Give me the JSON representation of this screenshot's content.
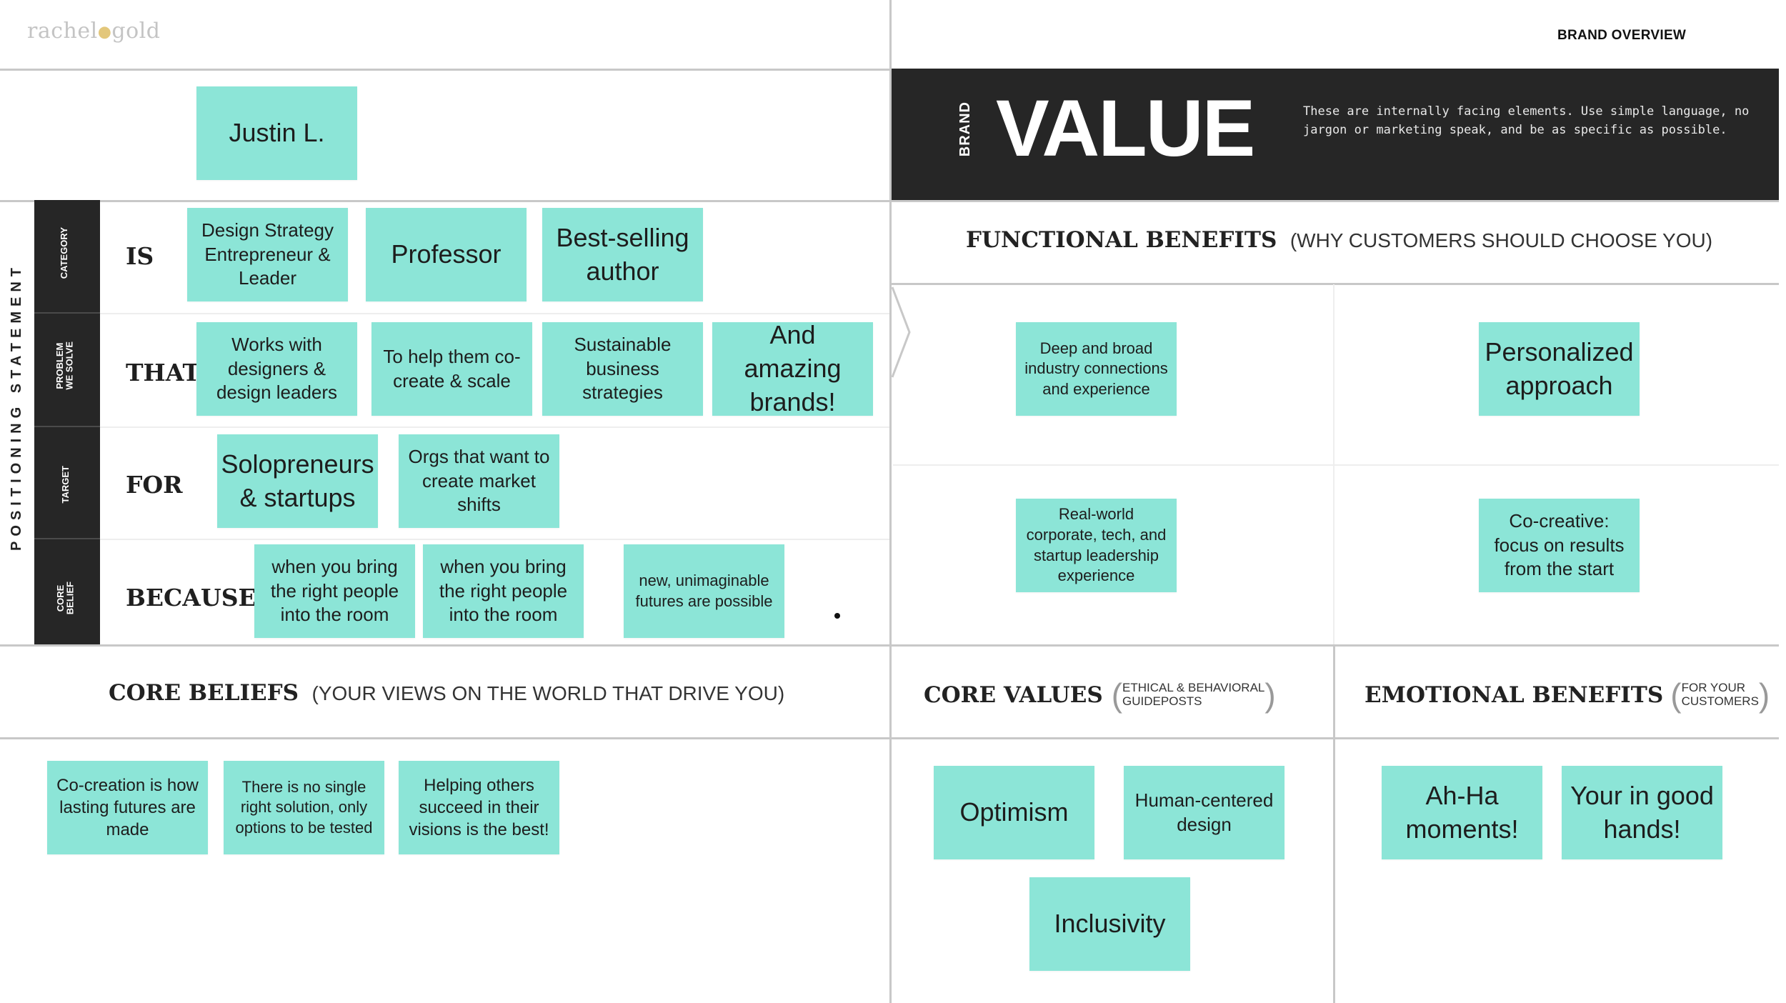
{
  "header": {
    "logo_left": "rachel",
    "logo_right": "gold",
    "overview_label": "BRAND OVERVIEW"
  },
  "name_sticky": "Justin L.",
  "positioning": {
    "side_label": "POSITIONING STATEMENT",
    "rows": [
      {
        "tab": "CATEGORY",
        "label": "IS",
        "stickies": [
          "Design Strategy Entrepreneur & Leader",
          "Professor",
          "Best-selling author"
        ]
      },
      {
        "tab": "PROBLEM\nWE SOLVE",
        "label": "THAT",
        "stickies": [
          "Works with designers & design leaders",
          "To help them co-create & scale",
          "Sustainable business strategies",
          "And amazing brands!"
        ]
      },
      {
        "tab": "TARGET",
        "label": "FOR",
        "stickies": [
          "Solopreneurs & startups",
          "Orgs that want to create market shifts"
        ]
      },
      {
        "tab": "CORE\nBELIEF",
        "label": "BECAUSE",
        "stickies": [
          "when you bring the right people into the room",
          "when you bring the right people into the room",
          "new, unimaginable futures are possible"
        ]
      }
    ]
  },
  "value_banner": {
    "small": "BRAND",
    "big": "VALUE",
    "description": "These are internally facing elements. Use simple language, no jargon or marketing speak, and be as specific as possible."
  },
  "functional_benefits": {
    "title": "FUNCTIONAL BENEFITS",
    "subtitle": "(WHY CUSTOMERS SHOULD CHOOSE YOU)",
    "stickies": [
      "Deep and broad industry connections and experience",
      "Personalized approach",
      "Real-world corporate, tech, and startup leadership experience",
      "Co-creative: focus on results from the start"
    ]
  },
  "core_beliefs": {
    "title": "CORE BELIEFS",
    "subtitle": "(YOUR VIEWS ON THE WORLD THAT DRIVE YOU)",
    "stickies": [
      "Co-creation is how lasting futures are made",
      "There is no single right solution, only options to be tested",
      "Helping others succeed in their visions is the best!"
    ]
  },
  "core_values": {
    "title": "CORE VALUES",
    "sub_line1": "ETHICAL & BEHAVIORAL",
    "sub_line2": "GUIDEPOSTS",
    "stickies": [
      "Optimism",
      "Human-centered design",
      "Inclusivity"
    ]
  },
  "emotional_benefits": {
    "title": "EMOTIONAL BENEFITS",
    "sub_line1": "FOR YOUR",
    "sub_line2": "CUSTOMERS",
    "stickies": [
      "Ah-Ha moments!",
      "Your in good hands!"
    ]
  },
  "colors": {
    "sticky": "#8ce5d7",
    "dark": "#262626",
    "gridline": "#c8c8c8"
  }
}
